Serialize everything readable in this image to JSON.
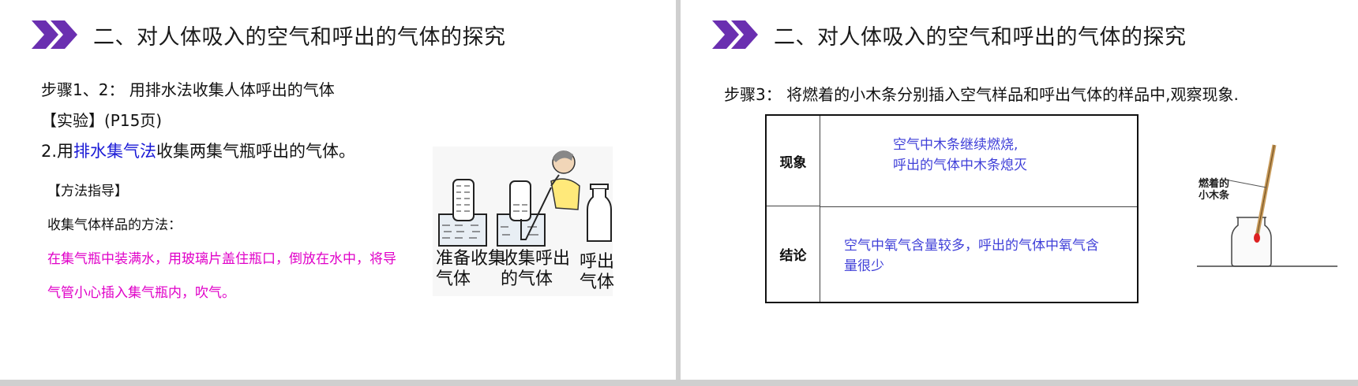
{
  "left": {
    "title": "二、对人体吸入的空气和呼出的气体的探究",
    "step": "步骤1、2： 用排水法收集人体呼出的气体",
    "experiment": "【实验】(P15页)",
    "point2_prefix": "2.用",
    "point2_highlight": "排水集气法",
    "point2_suffix": "收集两集气瓶呼出的气体。",
    "guide": "【方法指导】",
    "method_label": "收集气体样品的方法：",
    "method_line1": "在集气瓶中装满水，用玻璃片盖住瓶口，倒放在水中，将导",
    "method_line2": "气管小心插入集气瓶内，吹气。",
    "captions": {
      "prepare": [
        "准备收集",
        "气体"
      ],
      "collect": [
        "收集呼出",
        "的气体"
      ],
      "exhaled": [
        "呼出",
        "气体"
      ]
    }
  },
  "right": {
    "title": "二、对人体吸入的空气和呼出的气体的探究",
    "step": "步骤3： 将燃着的小木条分别插入空气样品和呼出气体的样品中,观察现象.",
    "table": {
      "row1_header": "现象",
      "row1_lines": [
        "空气中木条继续燃烧,",
        "呼出的气体中木条熄灭"
      ],
      "row2_header": "结论",
      "row2_lines": [
        "空气中氧气含量较多，呼出的气体中氧气含",
        "量很少"
      ]
    },
    "figure_label": [
      "燃着的",
      "小木条"
    ]
  },
  "colors": {
    "accent": "#6a2fb0",
    "highlight_blue": "#1a1ad6",
    "pink": "#e000c8",
    "table_text_blue": "#3f3fd8"
  }
}
